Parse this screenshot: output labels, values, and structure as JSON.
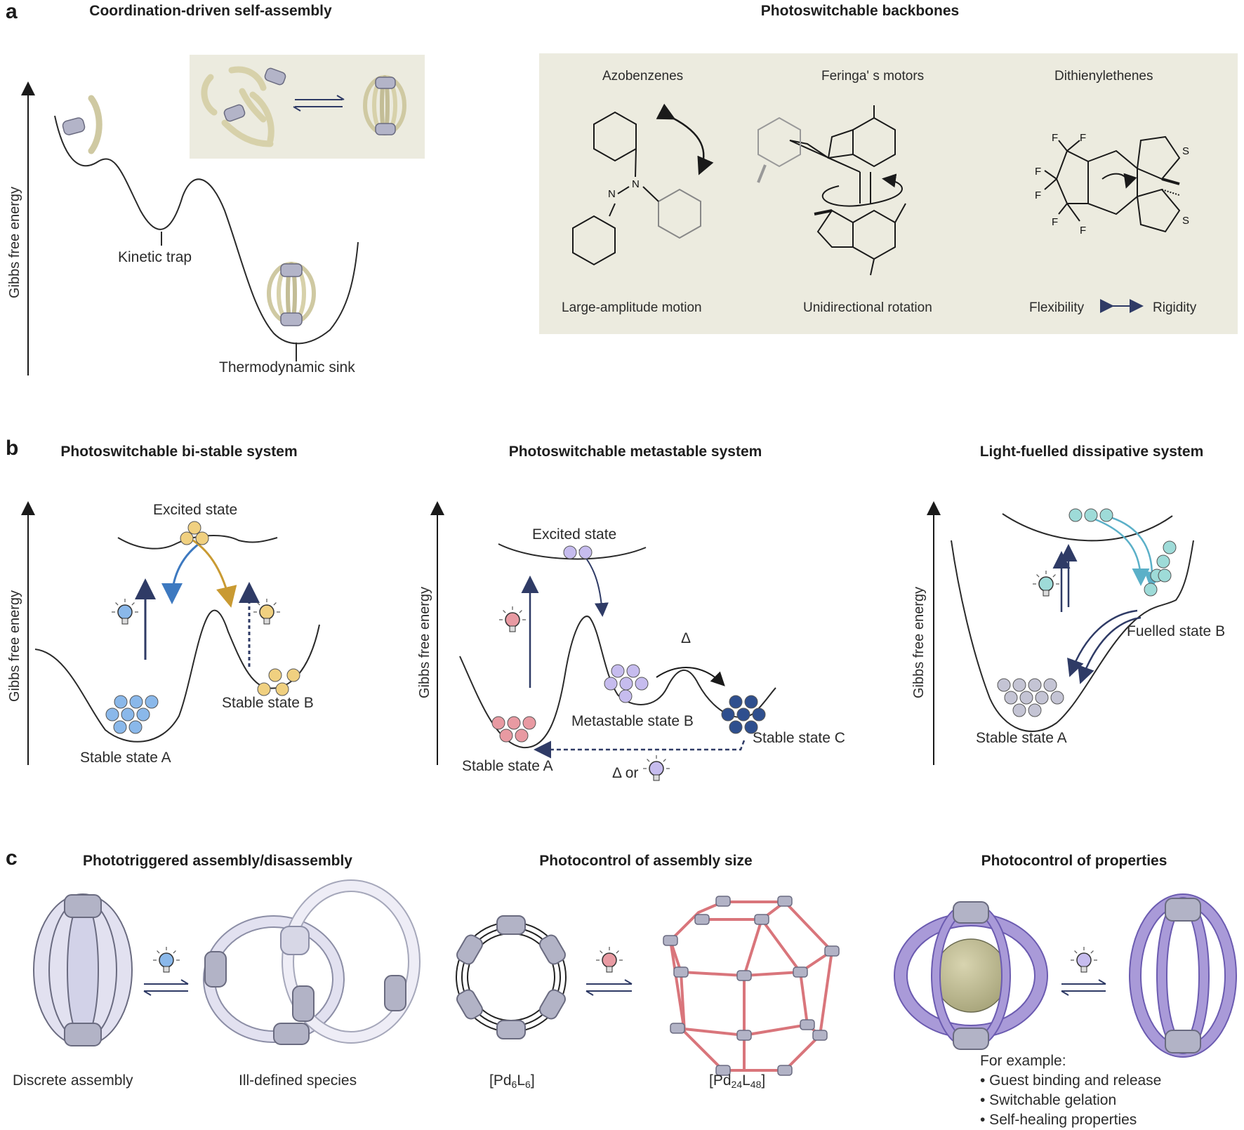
{
  "panels": {
    "a": {
      "letter": "a",
      "title_left": "Coordination-driven self-assembly",
      "title_right": "Photoswitchable backbones",
      "y_label": "Gibbs free energy",
      "kinetic_trap": "Kinetic trap",
      "thermo_sink": "Thermodynamic sink",
      "backbones": [
        {
          "name": "Azobenzenes",
          "caption": "Large-amplitude motion"
        },
        {
          "name": "Feringa' s motors",
          "caption": "Unidirectional rotation"
        },
        {
          "name": "Dithienylethenes",
          "caption_left": "Flexibility",
          "caption_right": "Rigidity"
        }
      ],
      "atoms": {
        "n": "N",
        "s": "S",
        "f": "F"
      }
    },
    "b": {
      "letter": "b",
      "bistable": {
        "title": "Photoswitchable bi-stable system",
        "y_label": "Gibbs free energy",
        "excited": "Excited state",
        "state_a": "Stable state A",
        "state_b": "Stable state B"
      },
      "metastable": {
        "title": "Photoswitchable metastable system",
        "y_label": "Gibbs free energy",
        "excited": "Excited state",
        "delta": "Δ",
        "state_a": "Stable state A",
        "state_b": "Metastable state B",
        "state_c": "Stable state C",
        "delta_or": "Δ or"
      },
      "dissipative": {
        "title": "Light-fuelled dissipative system",
        "y_label": "Gibbs free energy",
        "state_a": "Stable state A",
        "state_b": "Fuelled state B"
      }
    },
    "c": {
      "letter": "c",
      "assembly": {
        "title": "Phototriggered assembly/disassembly",
        "left": "Discrete assembly",
        "right": "Ill-defined species"
      },
      "size": {
        "title": "Photocontrol of assembly size",
        "left_main": "[Pd",
        "left_sub1": "6",
        "left_mid": "L",
        "left_sub2": "6",
        "left_end": "]",
        "right_main": "[Pd",
        "right_sub1": "24",
        "right_mid": "L",
        "right_sub2": "48",
        "right_end": "]"
      },
      "properties": {
        "title": "Photocontrol of properties",
        "example_head": "For example:",
        "examples": [
          "• Guest binding and release",
          "• Switchable gelation",
          "• Self-healing properties"
        ]
      }
    }
  },
  "colors": {
    "blue_ball": "#8ab8ea",
    "yellow_ball": "#f0d080",
    "purple_ball": "#c6bcee",
    "red_ball": "#e89aa2",
    "navy_ball": "#2f4f8e",
    "teal_ball": "#9edbd8",
    "grey_ball": "#c4c4d4",
    "panel_bg": "#ecebdf",
    "cage_purple": "#a99ad8",
    "node_grey": "#b2b3c6",
    "red_cage": "#d9757b"
  },
  "icons": [
    "bulb-icon",
    "arrow-icon",
    "equilibrium-arrow-icon"
  ]
}
